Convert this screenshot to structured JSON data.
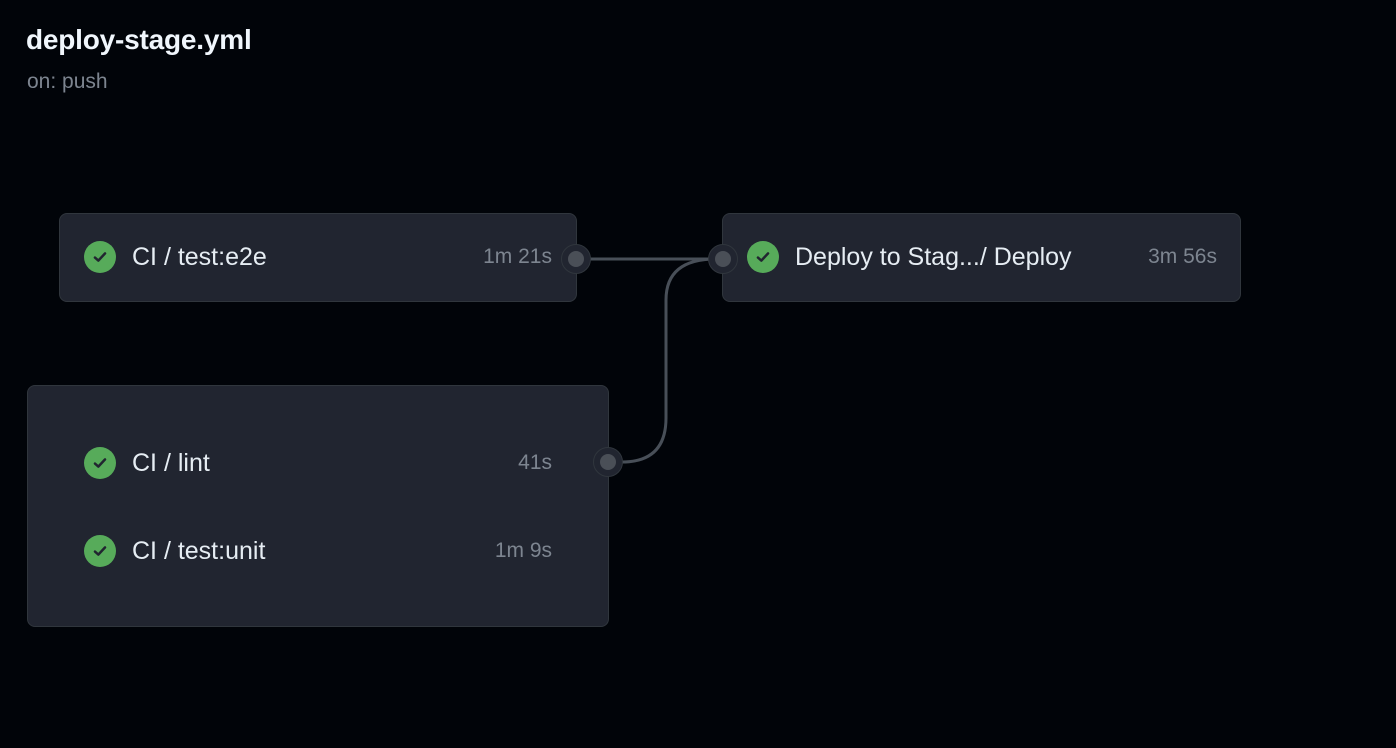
{
  "workflow": {
    "title": "deploy-stage.yml",
    "trigger": "on: push"
  },
  "graph": {
    "colors": {
      "success": "#57ab5a",
      "edge": "#484f58",
      "card_bg": "#212530",
      "card_border": "#30363d"
    },
    "stage1_single": {
      "jobs": [
        {
          "name": "CI / test:e2e",
          "duration": "1m 21s",
          "status": "success",
          "icon": "check-circle-icon"
        }
      ]
    },
    "stage1_group": {
      "jobs": [
        {
          "name": "CI / lint",
          "duration": "41s",
          "status": "success",
          "icon": "check-circle-icon"
        },
        {
          "name": "CI / test:unit",
          "duration": "1m 9s",
          "status": "success",
          "icon": "check-circle-icon"
        }
      ]
    },
    "stage2": {
      "jobs": [
        {
          "name": "Deploy to Stag.../ Deploy",
          "duration": "3m 56s",
          "status": "success",
          "icon": "check-circle-icon"
        }
      ]
    }
  }
}
